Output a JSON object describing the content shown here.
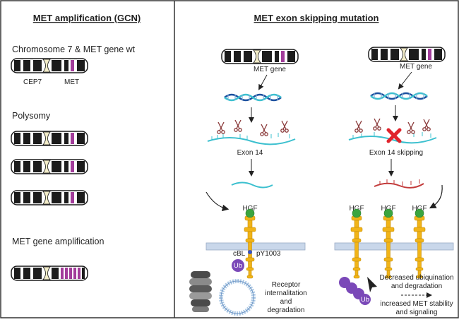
{
  "left_panel": {
    "title": "MET amplification (GCN)",
    "wt_label": "Chromosome 7 & MET gene wt",
    "cep7_label": "CEP7",
    "met_label": "MET",
    "polysomy_label": "Polysomy",
    "amplification_label": "MET gene amplification"
  },
  "right_panel": {
    "title": "MET exon skipping mutation",
    "wt_path": {
      "gene_label": "MET gene",
      "exon_label": "Exon 14",
      "hgf_label": "HGF",
      "cbl_label": "cBL",
      "py_label": "pY1003",
      "ub_label": "Ub",
      "outcome_line1": "Receptor",
      "outcome_line2": "internalitation",
      "outcome_line3": "and",
      "outcome_line4": "degradation"
    },
    "mut_path": {
      "gene_label": "MET gene",
      "exon_label": "Exon 14 skipping",
      "hgf_labels": [
        "HGF",
        "HGF",
        "HGF"
      ],
      "ub_label": "Ub",
      "outcome1_line1": "Decreased ubiquination",
      "outcome1_line2": "and degradation",
      "outcome2_line1": "increased MET stability",
      "outcome2_line2": "and signaling"
    }
  },
  "colors": {
    "chromosome": "#1c1c1c",
    "centromere": "#f2ecc8",
    "met_band": "#a23c9a",
    "dna_blue": "#1b4f9e",
    "dna_teal": "#3cc0cf",
    "mrna_red": "#c23a3a",
    "receptor": "#f1b418",
    "hgf": "#3aa53f",
    "ub": "#7a48b8",
    "membrane": "#c9d7ea",
    "cross": "#e0242c"
  }
}
